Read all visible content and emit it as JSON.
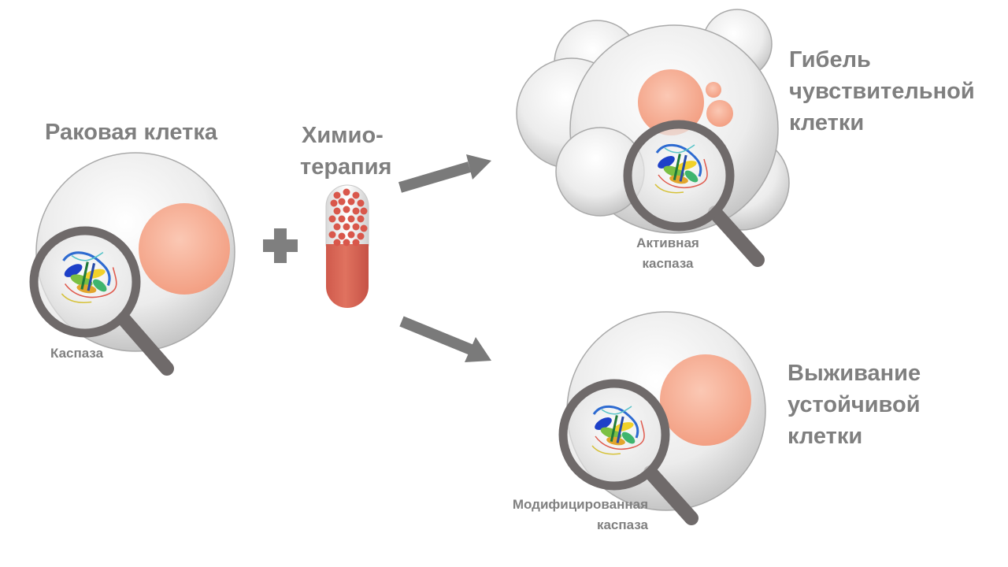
{
  "labels": {
    "cancer_cell": "Раковая клетка",
    "chemo_line1": "Химио-",
    "chemo_line2": "терапия",
    "death_line1": "Гибель",
    "death_line2": "чувствительной",
    "death_line3": "клетки",
    "survival_line1": "Выживание",
    "survival_line2": "устойчивой",
    "survival_line3": "клетки",
    "caspase": "Каспаза",
    "active_caspase_line1": "Активная",
    "active_caspase_line2": "каспаза",
    "modified_caspase_line1": "Модифицированная",
    "modified_caspase_line2": "каспаза"
  },
  "colors": {
    "text": "#7f7f7f",
    "nucleus": "#f6a98f",
    "pill": "#d96356",
    "arrow": "#7a7a7a",
    "magnifier": "#6f6a6a",
    "cell_fill": "#e6e6e6"
  },
  "icons": [
    "plus-icon",
    "pill-icon",
    "magnifier-icon",
    "protein-icon",
    "arrow-right-icon"
  ]
}
